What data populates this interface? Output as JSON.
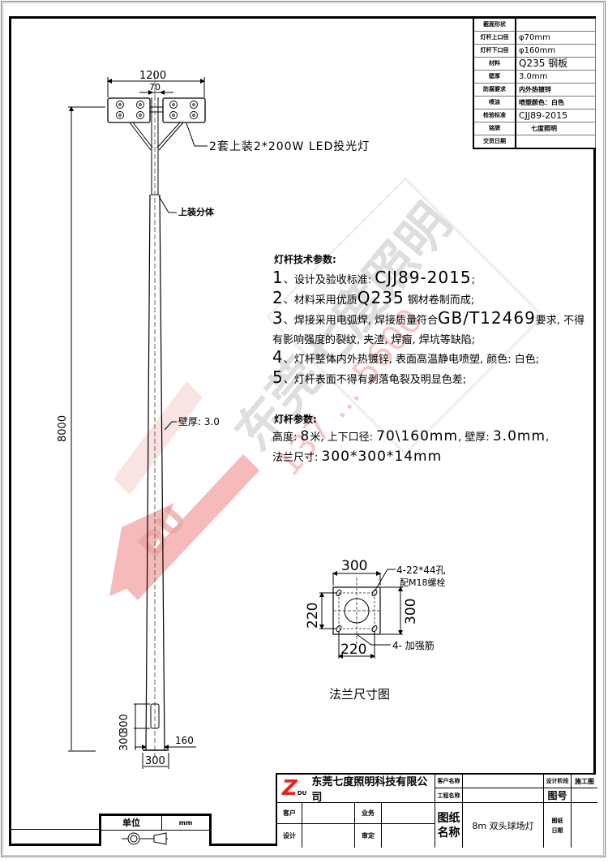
{
  "watermark": {
    "company_text": "东莞七度照明",
    "phone_text": "137 ... 5600",
    "logo_letter": "Z",
    "logo_sub": "DU",
    "color_red": "#e83a3a",
    "color_grey": "#c9c9c9"
  },
  "spec_table": {
    "rows": [
      {
        "label": "截面形状",
        "value": ""
      },
      {
        "label": "灯杆上口径",
        "value": "φ70mm"
      },
      {
        "label": "灯杆下口径",
        "value": "φ160mm"
      },
      {
        "label": "材料",
        "value": "Q235 钢板"
      },
      {
        "label": "壁厚",
        "value": "3.0mm"
      },
      {
        "label": "防腐要求",
        "value": "内外热镀锌"
      },
      {
        "label": "喷涂",
        "value": "喷塑颜色：白色"
      },
      {
        "label": "检验标准",
        "value": "CJJ89-2015"
      },
      {
        "label": "铭牌",
        "value": "七度照明"
      },
      {
        "label": "交货日期",
        "value": ""
      }
    ]
  },
  "pole_drawing": {
    "dim_total_width": "1200",
    "dim_top_diameter": "70",
    "dim_height": "8000",
    "dim_door_1": "300",
    "dim_door_2": "300",
    "dim_base_diameter": "160",
    "dim_flange": "300",
    "callout_lamp": "2套上装2*200W LED投光灯",
    "callout_upper": "上装分体",
    "callout_wall": "壁厚: 3.0"
  },
  "tech_notes": {
    "title": "灯杆技术参数:",
    "items": [
      {
        "num": "1",
        "text": "、设计及验收标准: ",
        "code": "CJJ89-2015",
        "tail": ";"
      },
      {
        "num": "2",
        "text": "、材料采用优质",
        "code": "Q235",
        "tail": " 钢材卷制而成;"
      },
      {
        "num": "3",
        "text": "、焊接采用电弧焊, 焊接质量符合",
        "code": "GB/T12469",
        "tail": "要求, 不得"
      },
      {
        "num": "",
        "text": "有影响强度的裂纹, 夹渣, 焊瘤, 焊坑等缺陷;",
        "code": "",
        "tail": ""
      },
      {
        "num": "4",
        "text": "、灯杆整体内外热镀锌, 表面高温静电喷塑, 颜色: 白色;",
        "code": "",
        "tail": ""
      },
      {
        "num": "5",
        "text": "、灯杆表面不得有剥落龟裂及明显色差;",
        "code": "",
        "tail": ""
      }
    ]
  },
  "pole_params": {
    "title": "灯杆参数:",
    "line1_label_height": "高度: ",
    "line1_height": "8",
    "line1_unit": "米, ",
    "line1_label_dia": "上下口径: ",
    "line1_dia": "70\\160mm",
    "line1_label_wall": ", 壁厚: ",
    "line1_wall": "3.0mm",
    "line1_end": ",",
    "line2_label": "法兰尺寸: ",
    "line2_value": "300*300*14mm"
  },
  "flange": {
    "dim_top": "300",
    "dim_right": "300",
    "dim_left": "220",
    "dim_bottom": "220",
    "callout_holes_1": "4-22*44孔",
    "callout_holes_2": "配M18螺栓",
    "callout_ribs": "4- 加强筋",
    "caption": "法兰尺寸图"
  },
  "units_box": {
    "label": "单位",
    "value": "mm"
  },
  "title_block": {
    "company": "东莞七度照明科技有限公司",
    "logo_letter": "Z",
    "logo_sub": "DU",
    "logo_color": "#e8231f",
    "customer_name_label": "客户名称",
    "customer_name_value": "",
    "project_name_label": "工程名称",
    "project_name_value": "",
    "design_stage_label": "设计阶段",
    "design_stage_value": "施工图",
    "drawing_no_label": "图号",
    "drawing_no_value": "",
    "client_label": "客户",
    "client_value": "",
    "sales_label": "业务",
    "sales_value": "",
    "designer_label": "设计",
    "designer_value": "",
    "review_label": "审定",
    "review_value": "",
    "drawing_name_label_1": "图纸",
    "drawing_name_label_2": "名称",
    "drawing_name_value": "8m 双头球场灯",
    "drawing_date_label_1": "图纸",
    "drawing_date_label_2": "日期",
    "drawing_date_value": ""
  }
}
